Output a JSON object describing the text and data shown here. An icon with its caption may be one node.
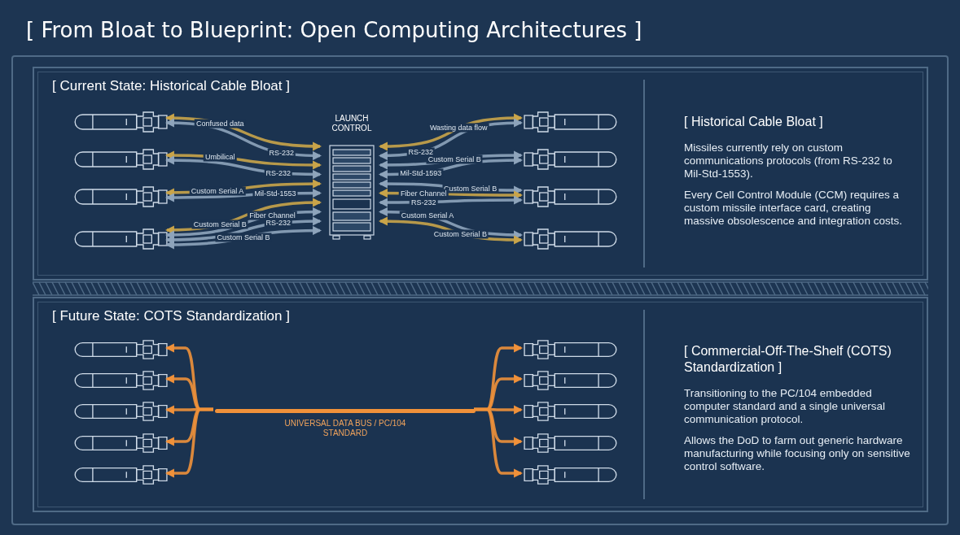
{
  "diagram": {
    "title": "[ From Bloat to Blueprint: Open Computing Architectures ]",
    "nodes": [
      {
        "text": [
          "[ Current State: Historical Cable Bloat ]"
        ]
      },
      {
        "text": [],
        "shape": "missile",
        "in": 0
      },
      {
        "text": [],
        "shape": "missile",
        "in": 0
      },
      {
        "text": [],
        "shape": "missile",
        "in": 0
      },
      {
        "text": [],
        "shape": "missile",
        "in": 0
      },
      {
        "text": [
          "LAUNCH CONTROL"
        ],
        "in": 0
      },
      {
        "text": [],
        "shape": "missile",
        "in": 0
      },
      {
        "text": [],
        "shape": "missile",
        "in": 0
      },
      {
        "text": [],
        "shape": "missile",
        "in": 0
      },
      {
        "text": [],
        "shape": "missile",
        "in": 0
      },
      {
        "text": [
          "[ Historical Cable Bloat ]",
          "Missiles currently rely on custom communications protocols (from RS-232 to Mil-Std-1553).",
          "Every Cell Control Module (CCM) requires a custom missile interface card, creating massive obsolescence and integration costs."
        ],
        "in": 0
      },
      {
        "text": [
          "[ Future State: COTS Standardization ]"
        ]
      },
      {
        "text": [],
        "shape": "missile",
        "in": 11
      },
      {
        "text": [],
        "shape": "missile",
        "in": 11
      },
      {
        "text": [],
        "shape": "missile",
        "in": 11
      },
      {
        "text": [],
        "shape": "missile",
        "in": 11
      },
      {
        "text": [],
        "shape": "missile",
        "in": 11
      },
      {
        "text": [
          "UNIVERSAL DATA BUS / PC/104 STANDARD"
        ],
        "in": 11
      },
      {
        "text": [],
        "shape": "missile",
        "in": 11
      },
      {
        "text": [],
        "shape": "missile",
        "in": 11
      },
      {
        "text": [],
        "shape": "missile",
        "in": 11
      },
      {
        "text": [],
        "shape": "missile",
        "in": 11
      },
      {
        "text": [],
        "shape": "missile",
        "in": 11
      },
      {
        "text": [
          "[ Commercial-Off-The-Shelf (COTS) Standardization ]",
          "Transitioning to the PC/104 embedded computer standard and a single universal communication protocol.",
          "Allows the DoD to farm out generic hardware manufacturing while focusing only on sensitive control software."
        ],
        "in": 11
      }
    ],
    "edges": [
      {
        "from": 5,
        "to": 1,
        "arrow": "both",
        "label": "Confused data",
        "color": "#c9a449"
      },
      {
        "from": 5,
        "to": 1,
        "arrow": "both",
        "label": "RS-232"
      },
      {
        "from": 5,
        "to": 2,
        "arrow": "both",
        "label": "Umbilical",
        "color": "#c9a449"
      },
      {
        "from": 5,
        "to": 2,
        "arrow": "both",
        "label": "RS-232"
      },
      {
        "from": 5,
        "to": 3,
        "arrow": "both",
        "label": "Custom Serial A",
        "color": "#c9a449"
      },
      {
        "from": 5,
        "to": 3,
        "arrow": "both",
        "label": "Mil-Std-1553"
      },
      {
        "from": 5,
        "to": 4,
        "arrow": "both",
        "label": "Custom Serial B",
        "color": "#c9a449"
      },
      {
        "from": 5,
        "to": 4,
        "arrow": "both",
        "label": "Fiber Channel"
      },
      {
        "from": 5,
        "to": 4,
        "arrow": "both",
        "label": "RS-232"
      },
      {
        "from": 5,
        "to": 4,
        "arrow": "both",
        "label": "Custom Serial B"
      },
      {
        "from": 5,
        "to": 6,
        "arrow": "both",
        "label": "Wasting data flow",
        "color": "#c9a449"
      },
      {
        "from": 5,
        "to": 6,
        "arrow": "both",
        "label": "RS-232"
      },
      {
        "from": 5,
        "to": 7,
        "arrow": "both",
        "label": "Custom Serial B"
      },
      {
        "from": 5,
        "to": 7,
        "arrow": "both",
        "label": "Mil-Std-1593"
      },
      {
        "from": 5,
        "to": 8,
        "arrow": "both",
        "label": "Custom Serial B"
      },
      {
        "from": 5,
        "to": 8,
        "arrow": "both",
        "label": "Fiber Channel",
        "color": "#c9a449"
      },
      {
        "from": 5,
        "to": 8,
        "arrow": "both",
        "label": "RS-232"
      },
      {
        "from": 5,
        "to": 9,
        "arrow": "both",
        "label": "Custom Serial A"
      },
      {
        "from": 5,
        "to": 9,
        "arrow": "both",
        "label": "Custom Serial B",
        "color": "#c9a449"
      },
      {
        "from": 17,
        "to": 12,
        "arrow": "to",
        "color": "#f0913a"
      },
      {
        "from": 17,
        "to": 13,
        "arrow": "to",
        "color": "#f0913a"
      },
      {
        "from": 17,
        "to": 14,
        "arrow": "to",
        "color": "#f0913a"
      },
      {
        "from": 17,
        "to": 15,
        "arrow": "to",
        "color": "#f0913a"
      },
      {
        "from": 17,
        "to": 16,
        "arrow": "to",
        "color": "#f0913a"
      },
      {
        "from": 17,
        "to": 18,
        "arrow": "to",
        "color": "#f0913a"
      },
      {
        "from": 17,
        "to": 19,
        "arrow": "to",
        "color": "#f0913a"
      },
      {
        "from": 17,
        "to": 20,
        "arrow": "to",
        "color": "#f0913a"
      },
      {
        "from": 17,
        "to": 21,
        "arrow": "to",
        "color": "#f0913a"
      },
      {
        "from": 17,
        "to": 22,
        "arrow": "to",
        "color": "#f0913a"
      }
    ]
  }
}
